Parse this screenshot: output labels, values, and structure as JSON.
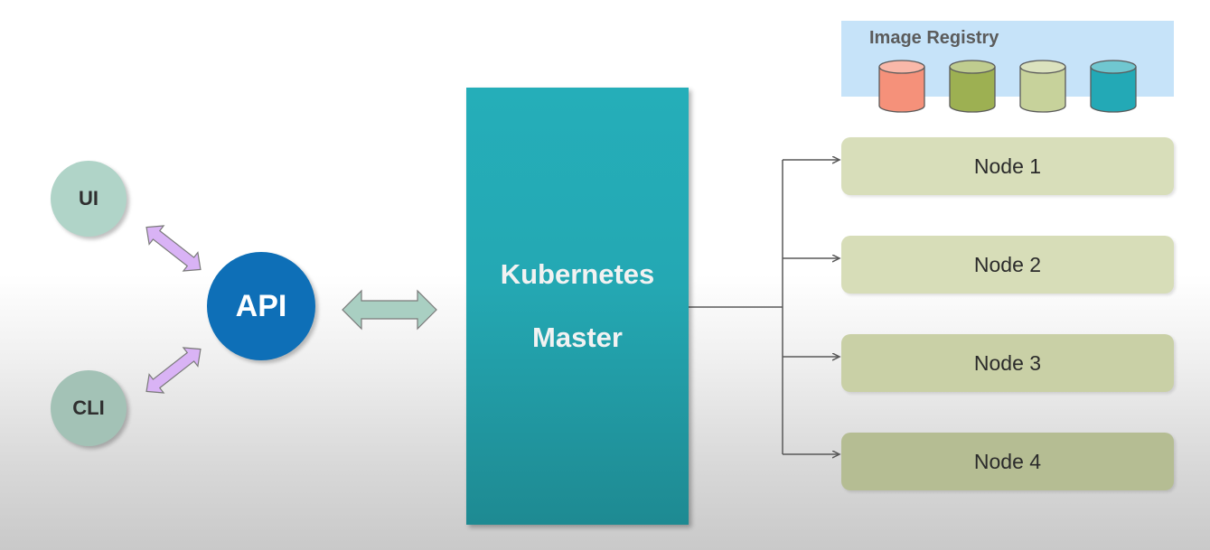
{
  "clients": [
    {
      "id": "ui",
      "label": "UI",
      "color": "#b0d4c8"
    },
    {
      "id": "cli",
      "label": "CLI",
      "color": "#a3c2b6"
    }
  ],
  "api": {
    "label": "API",
    "color": "#0e6fb7"
  },
  "master": {
    "line1": "Kubernetes",
    "line2": "Master",
    "color": "#25aeb9"
  },
  "registry": {
    "label": "Image Registry",
    "background": "#c6e3f9",
    "images": [
      {
        "name": "image-red",
        "color": "#f5917a"
      },
      {
        "name": "image-olive",
        "color": "#9db052"
      },
      {
        "name": "image-light-green",
        "color": "#c7d29b"
      },
      {
        "name": "image-teal",
        "color": "#23a9b6"
      }
    ]
  },
  "nodes": [
    {
      "label": "Node 1"
    },
    {
      "label": "Node 2"
    },
    {
      "label": "Node 3"
    },
    {
      "label": "Node 4"
    }
  ],
  "connectors": {
    "client_arrow_color": "#d9b3f5",
    "api_master_arrow_color": "#a9cfc2",
    "line_color": "#595959"
  }
}
